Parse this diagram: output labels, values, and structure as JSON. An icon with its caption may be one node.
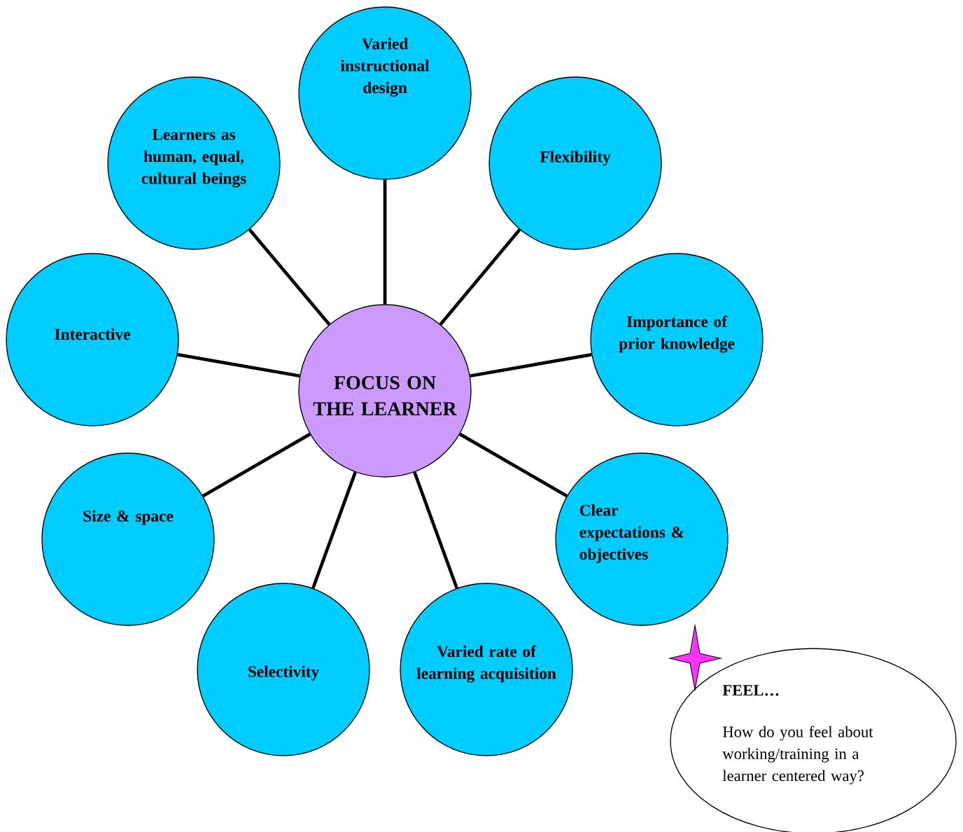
{
  "diagram": {
    "nodes": [
      {
        "text": [
          "FOCUS ON THE LEARNER"
        ]
      },
      {
        "text": [
          "Varied instructional design"
        ]
      },
      {
        "text": [
          "Flexibility"
        ]
      },
      {
        "text": [
          "Importance of prior knowledge"
        ]
      },
      {
        "text": [
          "Clear expectations & objectives"
        ]
      },
      {
        "text": [
          "Varied rate of learning acquisition"
        ]
      },
      {
        "text": [
          "Selectivity"
        ]
      },
      {
        "text": [
          "Size & space"
        ]
      },
      {
        "text": [
          "Interactive"
        ]
      },
      {
        "text": [
          "Learners as human, equal, cultural beings"
        ]
      },
      {
        "text": [
          "FEEL…",
          "How do you feel about working/training in a learner centered way?"
        ]
      },
      {
        "text": [],
        "shape": "star"
      }
    ],
    "edges": [
      {
        "from": 0,
        "to": 1,
        "arrow": "none"
      },
      {
        "from": 0,
        "to": 2,
        "arrow": "none"
      },
      {
        "from": 0,
        "to": 3,
        "arrow": "none"
      },
      {
        "from": 0,
        "to": 4,
        "arrow": "none"
      },
      {
        "from": 0,
        "to": 5,
        "arrow": "none"
      },
      {
        "from": 0,
        "to": 6,
        "arrow": "none"
      },
      {
        "from": 0,
        "to": 7,
        "arrow": "none"
      },
      {
        "from": 0,
        "to": 8,
        "arrow": "none"
      },
      {
        "from": 0,
        "to": 9,
        "arrow": "none"
      }
    ]
  }
}
